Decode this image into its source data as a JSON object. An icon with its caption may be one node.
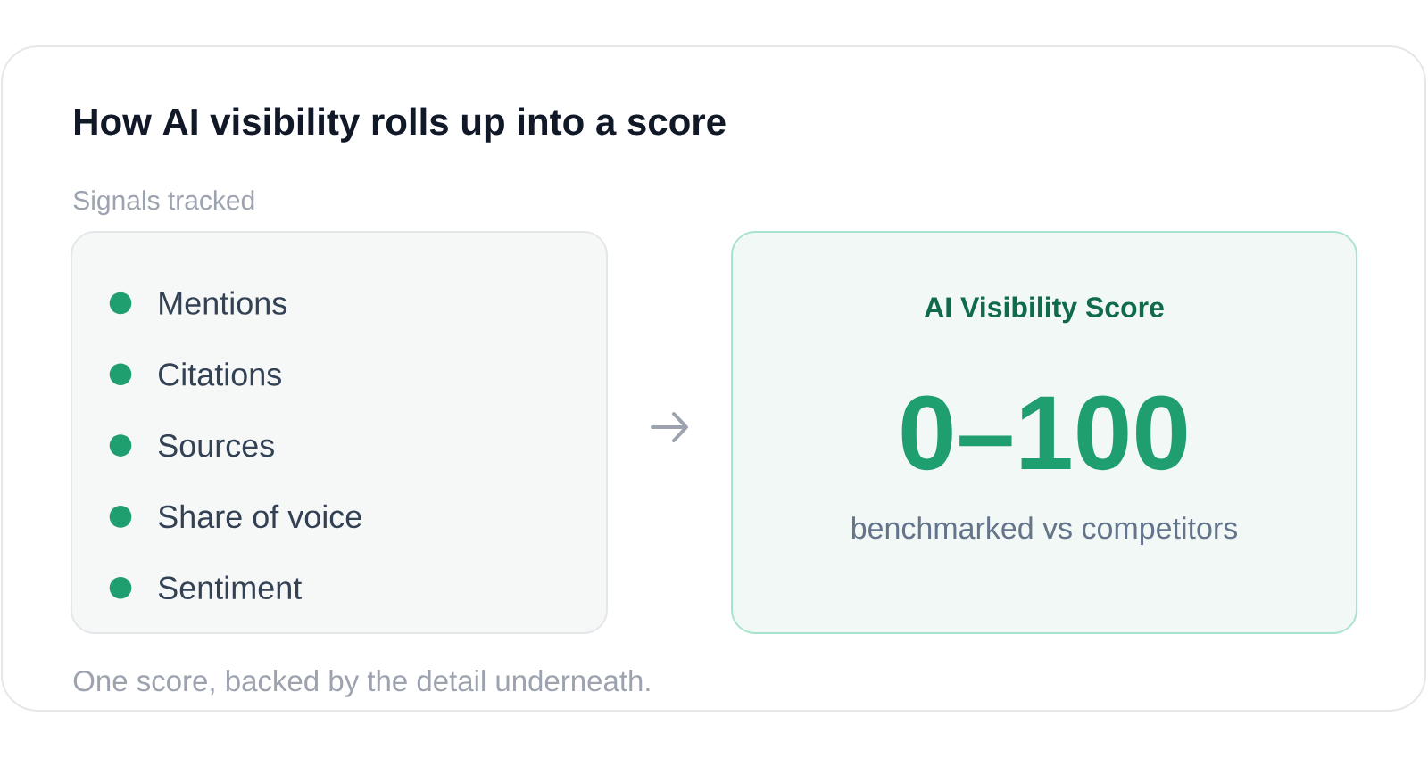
{
  "diagram": {
    "title": "How AI visibility rolls up into a score",
    "caption": "One score, backed by the detail underneath.",
    "nodes": [
      {
        "text": [
          "Signals tracked",
          "Mentions",
          "Citations",
          "Sources",
          "Share of voice",
          "Sentiment"
        ]
      },
      {
        "text": [
          "AI Visibility Score",
          "0–100",
          "benchmarked vs competitors"
        ]
      }
    ],
    "edges": [
      {
        "from": 0,
        "to": 1,
        "arrow": "to"
      }
    ]
  }
}
